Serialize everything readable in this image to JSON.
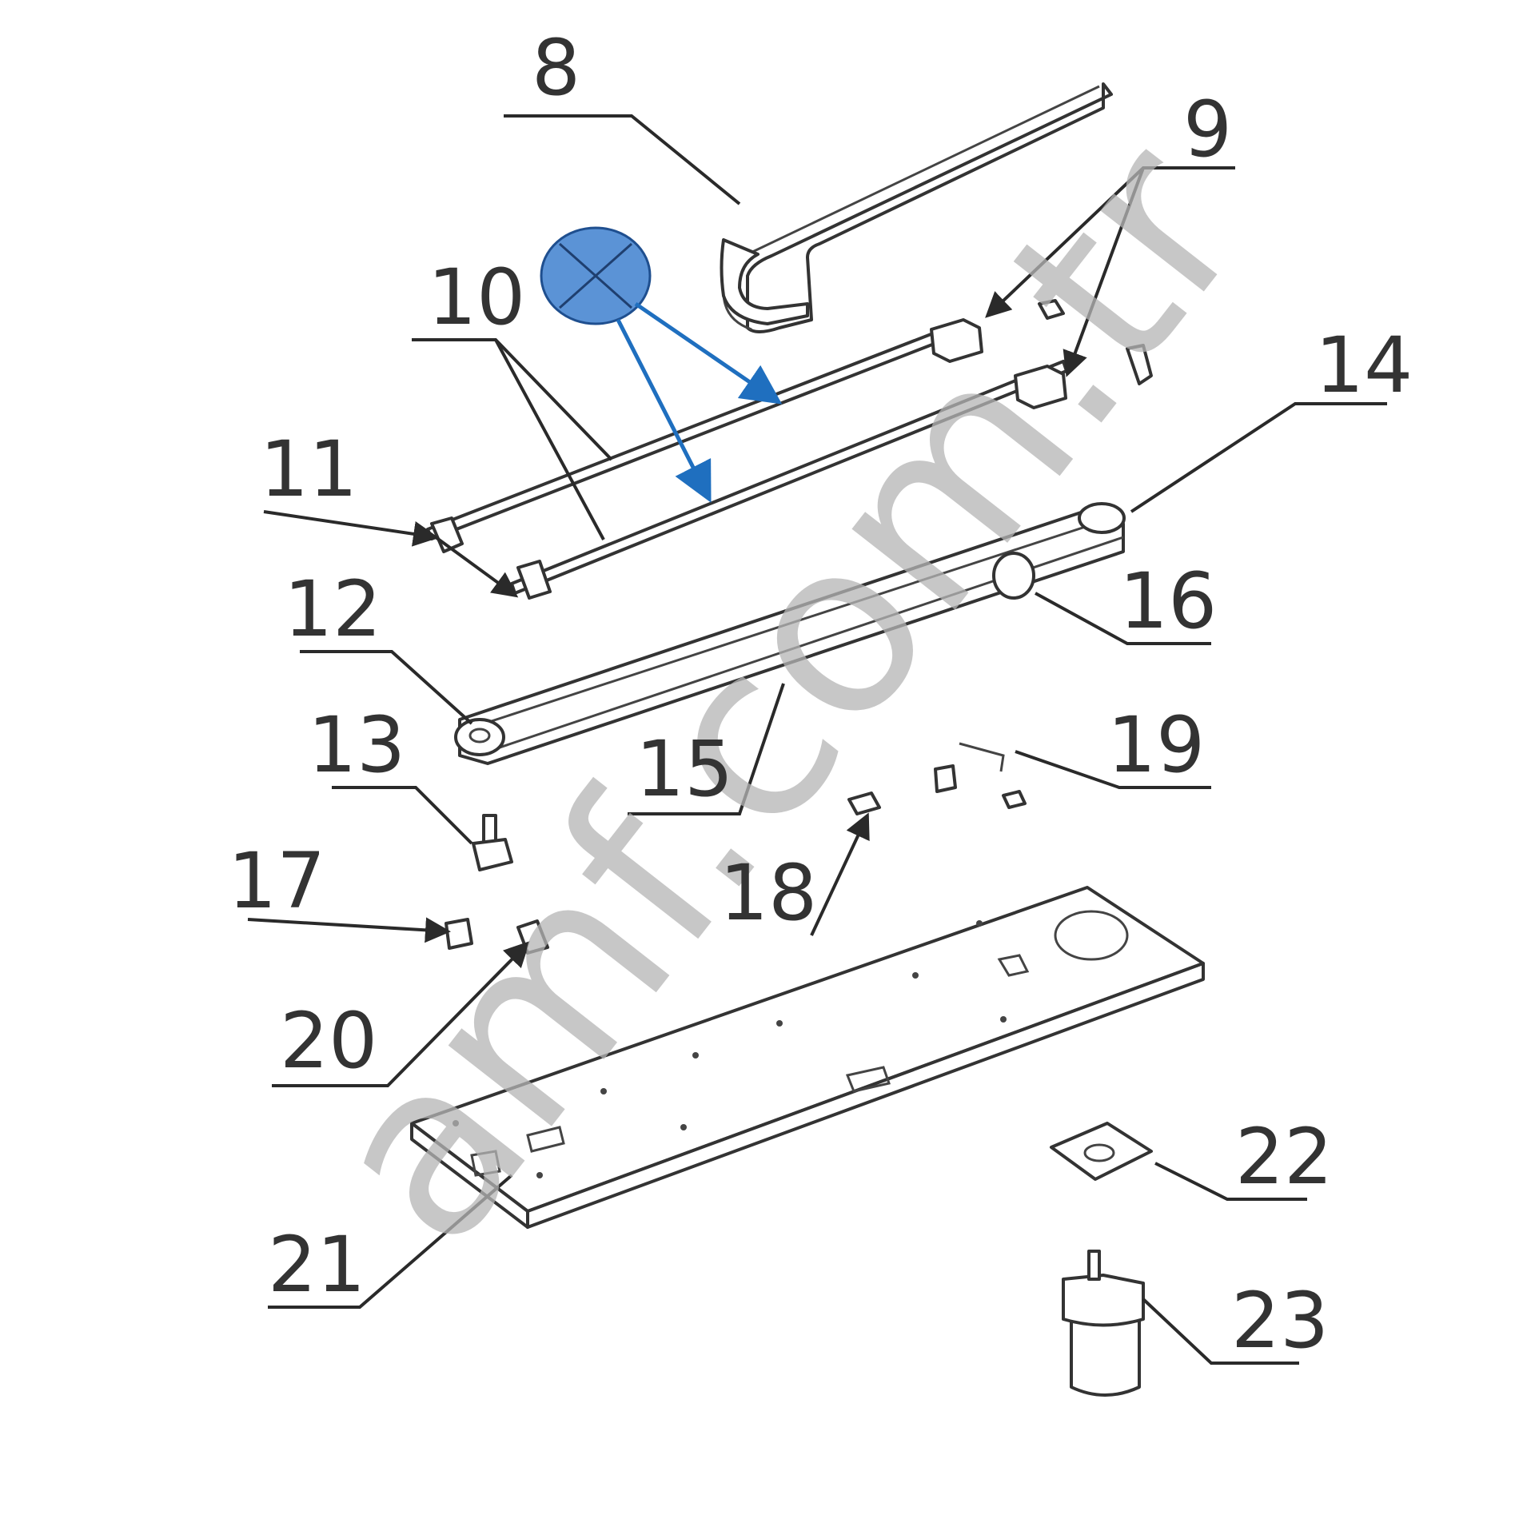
{
  "labels": {
    "p8": "8",
    "p9": "9",
    "p10": "10",
    "p11": "11",
    "p12": "12",
    "p13": "13",
    "p14": "14",
    "p15": "15",
    "p16": "16",
    "p17": "17",
    "p18": "18",
    "p19": "19",
    "p20": "20",
    "p21": "21",
    "p22": "22",
    "p23": "23"
  },
  "watermark": "amf.com.tr",
  "colors": {
    "marker_fill": "#5b93d6",
    "marker_arrow": "#1f6fbf",
    "line": "#2a2a2a",
    "watermark": "#b5b5b5"
  },
  "marker": {
    "icon": "crossed-circle-icon"
  }
}
